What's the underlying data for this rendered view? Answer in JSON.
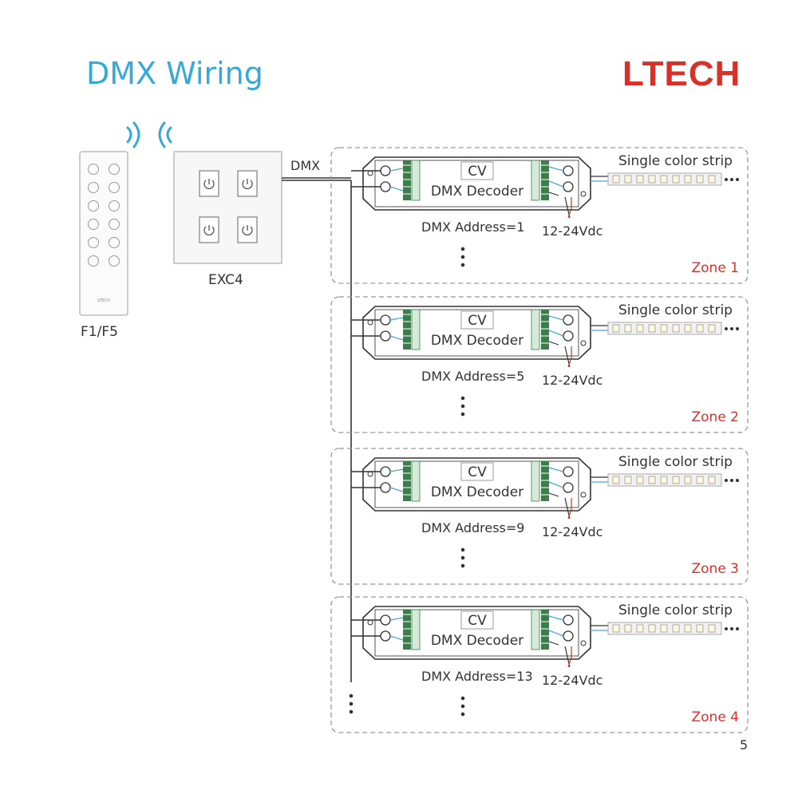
{
  "page": {
    "title": "DMX Wiring",
    "brand": "LTECH",
    "page_number": "5"
  },
  "colors": {
    "title": "#36a9d8",
    "brand": "#d93028",
    "zone_label": "#d93028",
    "wire_blue": "#4aa8d8",
    "wire_red": "#c0392b"
  },
  "devices": {
    "remote_label": "F1/F5",
    "remote_brand": "LTECH",
    "panel_label": "EXC4",
    "signal_label": "DMX"
  },
  "decoder": {
    "type": "CV",
    "name": "DMX Decoder"
  },
  "strip_label": "Single color strip",
  "power_label": "12-24Vdc",
  "zones": [
    {
      "label": "Zone 1",
      "address": "DMX Address=1"
    },
    {
      "label": "Zone 2",
      "address": "DMX Address=5"
    },
    {
      "label": "Zone 3",
      "address": "DMX Address=9"
    },
    {
      "label": "Zone 4",
      "address": "DMX Address=13"
    }
  ]
}
